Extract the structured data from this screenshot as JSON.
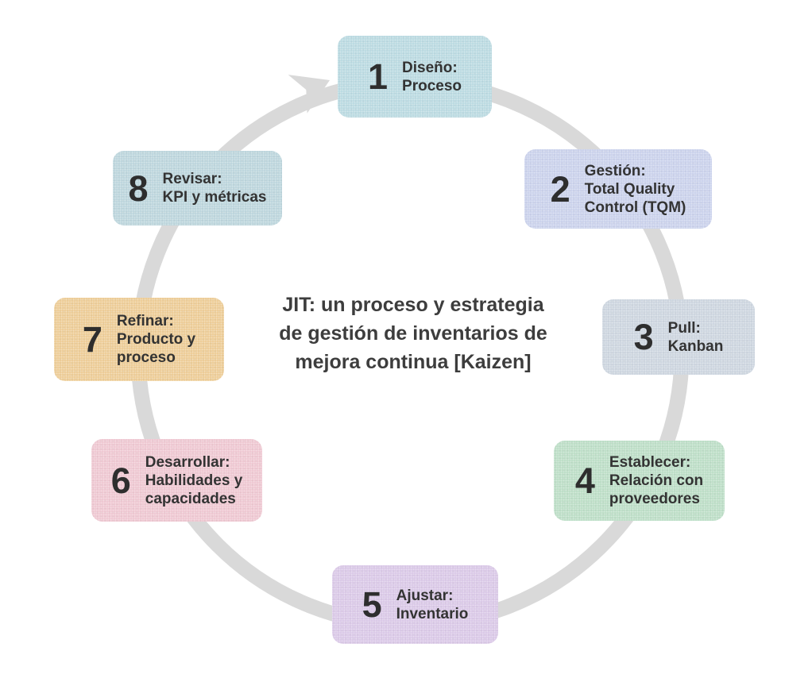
{
  "diagram": {
    "title": "JIT: un proceso y estrategia\nde gestión de inventarios de\nmejora continua [Kaizen]",
    "ring_color": "#d9d9d9",
    "text_color": "#333333",
    "number_color": "#2e2e2e",
    "steps": [
      {
        "number": "1",
        "label": "Diseño:\nProceso",
        "color": "#b6d8e0"
      },
      {
        "number": "2",
        "label": "Gestión:\nTotal Quality\nControl (TQM)",
        "color": "#c7cfeb"
      },
      {
        "number": "3",
        "label": "Pull:\nKanban",
        "color": "#cad3de"
      },
      {
        "number": "4",
        "label": "Establecer:\nRelación con\nproveedores",
        "color": "#b8dcc3"
      },
      {
        "number": "5",
        "label": "Ajustar:\nInventario",
        "color": "#d8c5e6"
      },
      {
        "number": "6",
        "label": "Desarrollar:\nHabilidades y\ncapacidades",
        "color": "#eec4cf"
      },
      {
        "number": "7",
        "label": "Refinar:\nProducto y\nproceso",
        "color": "#ecc98f"
      },
      {
        "number": "8",
        "label": "Revisar:\nKPI y métricas",
        "color": "#b8d3db"
      }
    ]
  }
}
